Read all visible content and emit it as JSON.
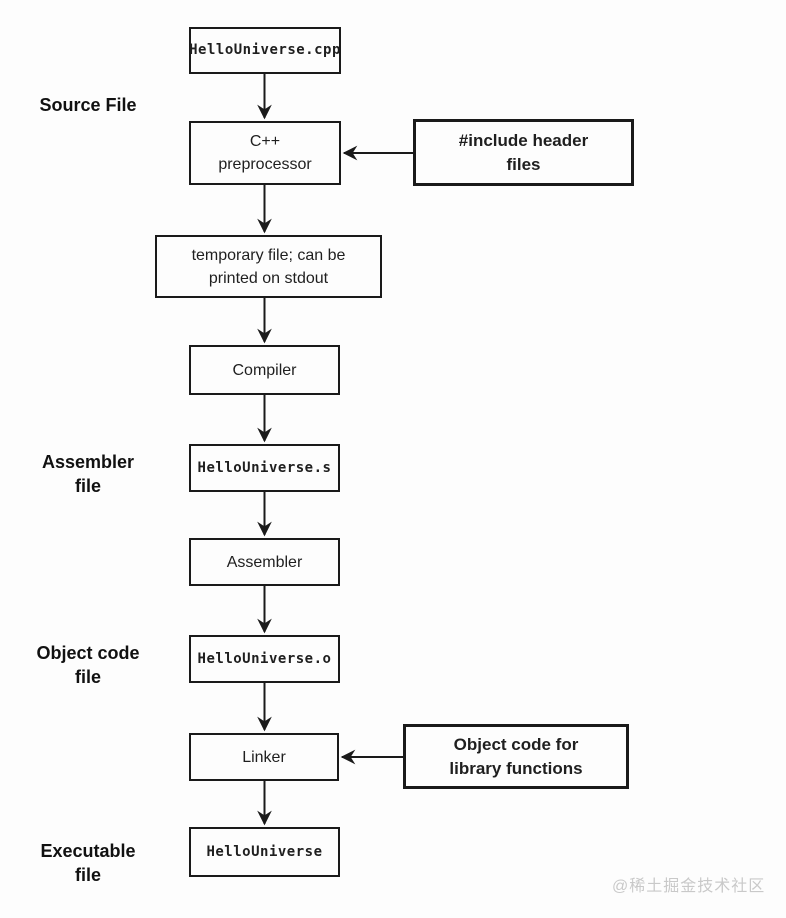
{
  "diagram": {
    "stage_labels": [
      {
        "id": "source-file-label",
        "text": "Source File"
      },
      {
        "id": "assembler-file-label",
        "text": "Assembler\nfile"
      },
      {
        "id": "object-code-file-label",
        "text": "Object code\nfile"
      },
      {
        "id": "executable-file-label",
        "text": "Executable\nfile"
      }
    ],
    "nodes": {
      "source_file": "HelloUniverse.cpp",
      "preprocessor": "C++\npreprocessor",
      "temp_file": "temporary file; can be\nprinted on stdout",
      "compiler": "Compiler",
      "assembler_file": "HelloUniverse.s",
      "assembler": "Assembler",
      "object_file": "HelloUniverse.o",
      "linker": "Linker",
      "executable": "HelloUniverse"
    },
    "inputs": {
      "header_files": "#include header\nfiles",
      "library_objects": "Object code for\nlibrary functions"
    },
    "flow": [
      "HelloUniverse.cpp -> C++ preprocessor",
      "C++ preprocessor -> temporary file; can be printed on stdout",
      "temporary file -> Compiler",
      "Compiler -> HelloUniverse.s",
      "HelloUniverse.s -> Assembler",
      "Assembler -> HelloUniverse.o",
      "HelloUniverse.o -> Linker",
      "Linker -> HelloUniverse",
      "#include header files -> C++ preprocessor",
      "Object code for library functions -> Linker"
    ],
    "colors": {
      "line": "#1a1a1a",
      "box_background": "#fdfdfd",
      "watermark": "#c9c9c9"
    },
    "watermark": "@稀土掘金技术社区"
  }
}
